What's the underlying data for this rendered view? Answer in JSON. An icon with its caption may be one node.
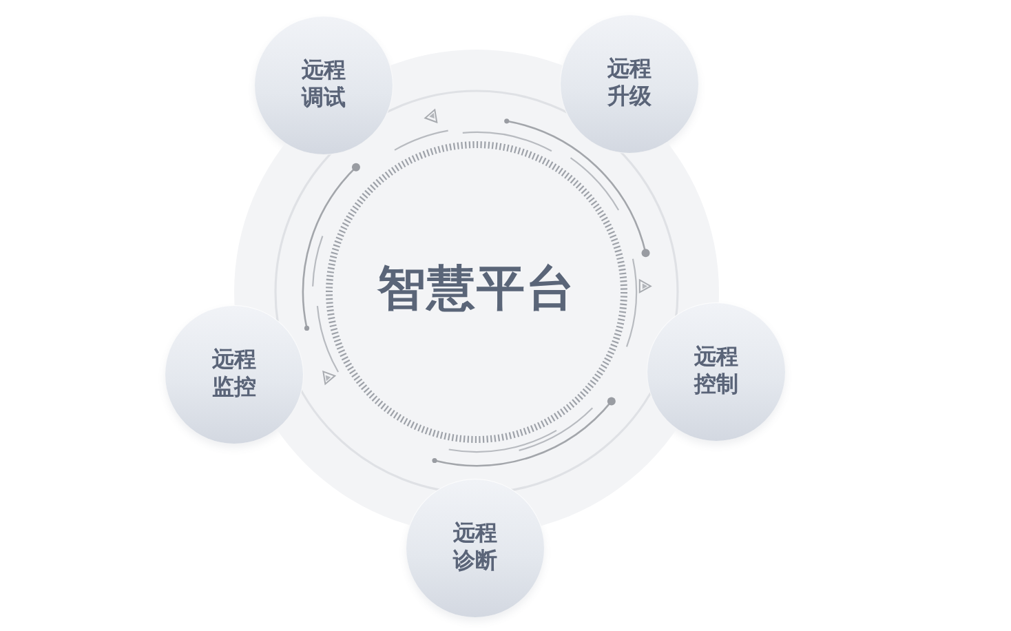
{
  "diagram": {
    "nodes": [
      {
        "text": [
          "智慧平台"
        ]
      },
      {
        "text": [
          "远程调试"
        ]
      },
      {
        "text": [
          "远程升级"
        ]
      },
      {
        "text": [
          "远程监控"
        ]
      },
      {
        "text": [
          "远程控制"
        ]
      },
      {
        "text": [
          "远程诊断"
        ]
      }
    ]
  }
}
